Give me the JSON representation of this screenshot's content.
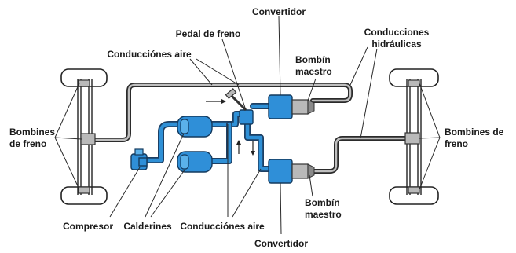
{
  "labels": {
    "convertidor_top": "Convertidor",
    "pedal_de_freno": "Pedal de freno",
    "conducciones_aire_top": "Conducciónes aire",
    "bombin_maestro_top_1": "Bombín",
    "bombin_maestro_top_2": "maestro",
    "conducciones_hidraulicas_1": "Conducciones",
    "conducciones_hidraulicas_2": "hidráulicas",
    "bombines_left_1": "Bombines",
    "bombines_left_2": "de freno",
    "bombines_right_1": "Bombines de",
    "bombines_right_2": "freno",
    "bombin_maestro_bottom_1": "Bombín",
    "bombin_maestro_bottom_2": "maestro",
    "compresor": "Compresor",
    "calderines": "Calderines",
    "conducciones_aire_bottom": "Conducciónes aire",
    "convertidor_bottom": "Convertidor"
  },
  "colors": {
    "component_blue": "#2f8fd8",
    "component_outline": "#133a5e",
    "line": "#2b2b2b"
  }
}
